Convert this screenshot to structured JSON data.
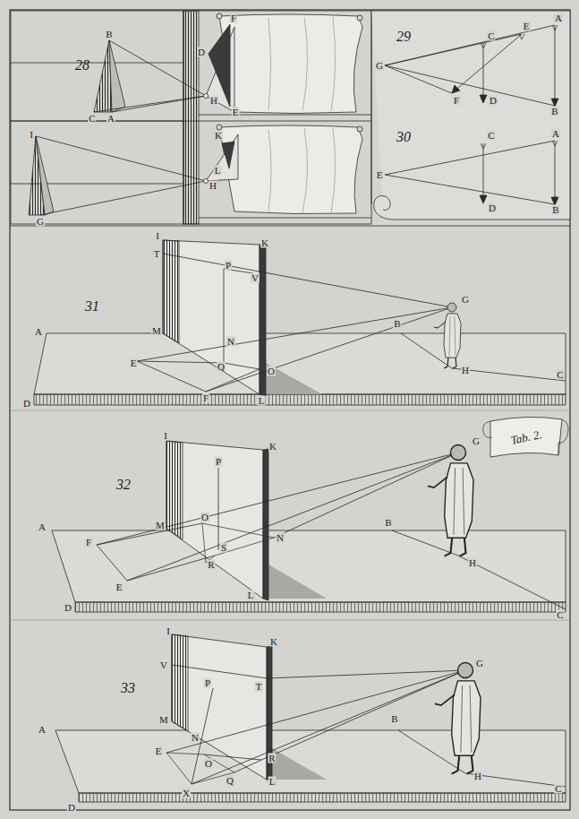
{
  "diagram": {
    "labels": [
      "28",
      "B",
      "C",
      "A",
      "D",
      "F",
      "H",
      "E",
      "I",
      "G",
      "H",
      "K",
      "L",
      "29",
      "A",
      "E",
      "C",
      "G",
      "F",
      "D",
      "B",
      "30",
      "C",
      "A",
      "E",
      "D",
      "B",
      "I",
      "T",
      "K",
      "P",
      "V",
      "G",
      "31",
      "B",
      "A",
      "M",
      "N",
      "E",
      "Q",
      "O",
      "F",
      "L",
      "H",
      "C",
      "D",
      "I",
      "K",
      "P",
      "Tab. 2.",
      "G",
      "32",
      "A",
      "M",
      "O",
      "B",
      "N",
      "F",
      "S",
      "R",
      "E",
      "L",
      "H",
      "D",
      "C",
      "I",
      "K",
      "V",
      "T",
      "P",
      "G",
      "33",
      "A",
      "M",
      "B",
      "N",
      "E",
      "R",
      "O",
      "Q",
      "L",
      "X",
      "H",
      "C",
      "D"
    ]
  }
}
